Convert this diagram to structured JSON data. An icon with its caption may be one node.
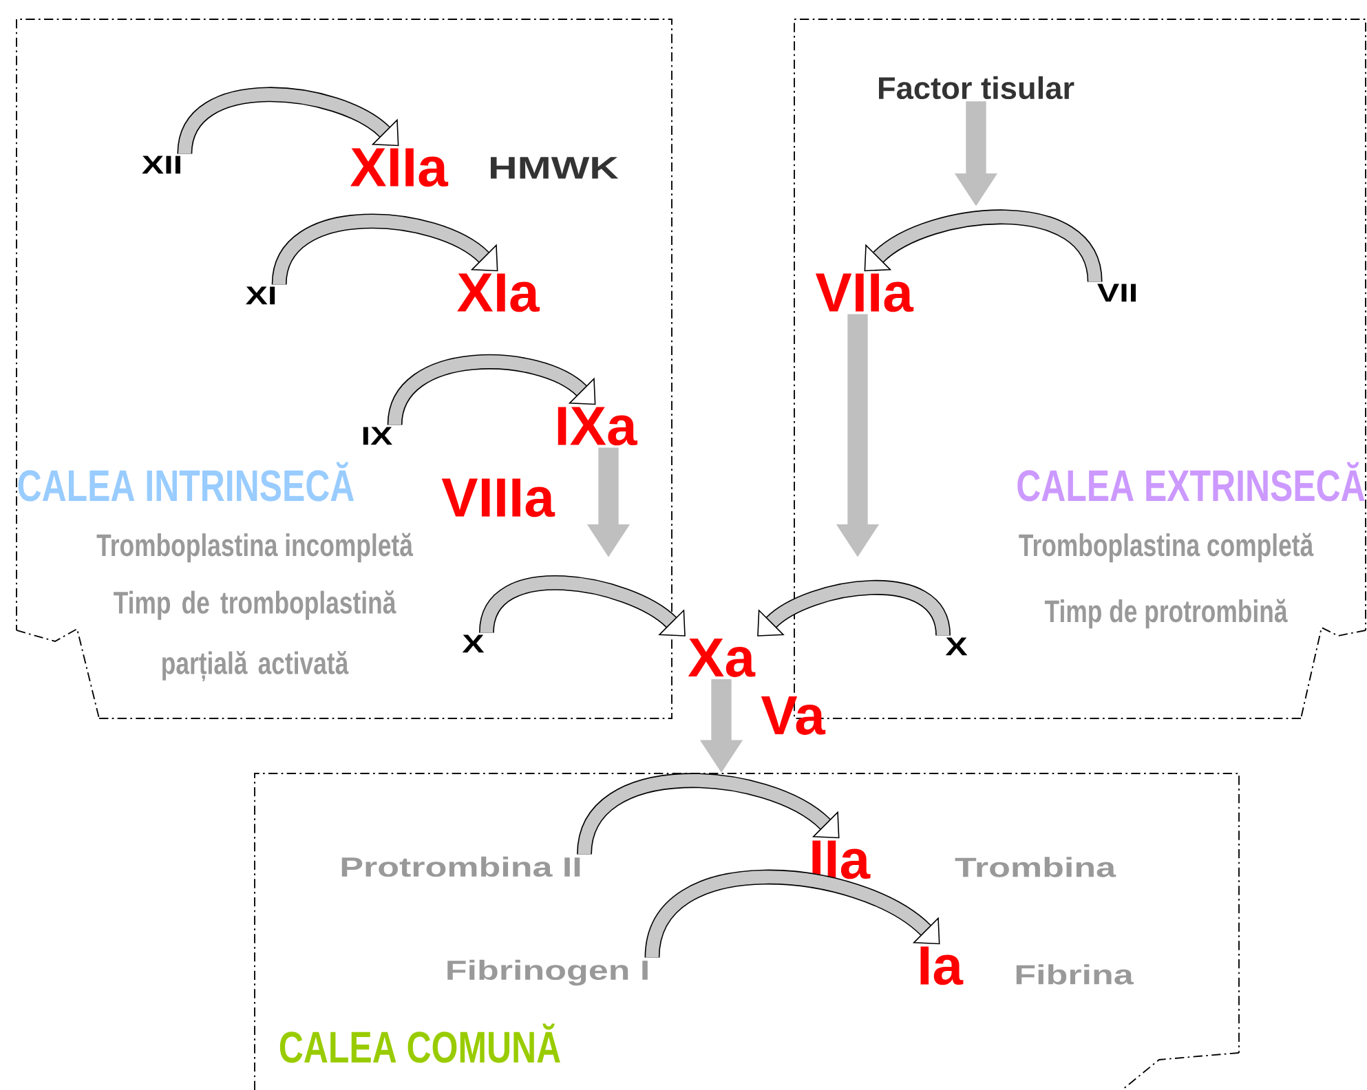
{
  "diagram": {
    "nodes": [
      {
        "text": [
          "CALEA INTRINSECĂ",
          "Tromboplastina incompletă",
          "Timp de tromboplastină parțială activată"
        ]
      },
      {
        "text": [
          "CALEA EXTRINSECĂ",
          "Tromboplastina completă",
          "Timp de protrombină"
        ]
      },
      {
        "text": [
          "CALEA COMUNĂ"
        ]
      },
      {
        "text": [
          "XII"
        ],
        "in": 0
      },
      {
        "text": [
          "XIIa"
        ],
        "beside": [
          "HMWK"
        ],
        "in": 0
      },
      {
        "text": [
          "XI"
        ],
        "in": 0
      },
      {
        "text": [
          "XIa"
        ],
        "in": 0
      },
      {
        "text": [
          "IX"
        ],
        "in": 0
      },
      {
        "text": [
          "IXa"
        ],
        "in": 0
      },
      {
        "text": [
          "VIIIa"
        ],
        "in": 0
      },
      {
        "text": [
          "X"
        ],
        "in": 0
      },
      {
        "text": [
          "Xa"
        ]
      },
      {
        "text": [
          "Va"
        ]
      },
      {
        "text": [
          "Factor tisular"
        ],
        "in": 1
      },
      {
        "text": [
          "VIIa"
        ],
        "in": 1
      },
      {
        "text": [
          "VII"
        ],
        "in": 1
      },
      {
        "text": [
          "X"
        ],
        "in": 1
      },
      {
        "text": [
          "Protrombina II"
        ],
        "in": 2
      },
      {
        "text": [
          "IIa"
        ],
        "beside": [
          "Trombina"
        ],
        "in": 2
      },
      {
        "text": [
          "Fibrinogen I"
        ],
        "in": 2
      },
      {
        "text": [
          "Ia"
        ],
        "beside": [
          "Fibrina"
        ],
        "in": 2
      }
    ],
    "edges": [
      {
        "from": 3,
        "to": 4,
        "arrow": "to"
      },
      {
        "from": 5,
        "to": 6,
        "arrow": "to"
      },
      {
        "from": 7,
        "to": 8,
        "arrow": "to"
      },
      {
        "from": 10,
        "to": 11,
        "arrow": "to"
      },
      {
        "from": 16,
        "to": 11,
        "arrow": "to"
      },
      {
        "from": 15,
        "to": 14,
        "arrow": "to"
      },
      {
        "from": 17,
        "to": 18,
        "arrow": "to"
      },
      {
        "from": 19,
        "to": 20,
        "arrow": "to"
      },
      {
        "from": 13,
        "to": null,
        "arrow": "to",
        "color": "#bfbfbf"
      },
      {
        "from": 14,
        "to": null,
        "arrow": "to",
        "color": "#bfbfbf"
      },
      {
        "from": 8,
        "to": null,
        "arrow": "to",
        "color": "#bfbfbf"
      },
      {
        "from": 11,
        "to": 2,
        "arrow": "to",
        "color": "#bfbfbf"
      }
    ]
  }
}
